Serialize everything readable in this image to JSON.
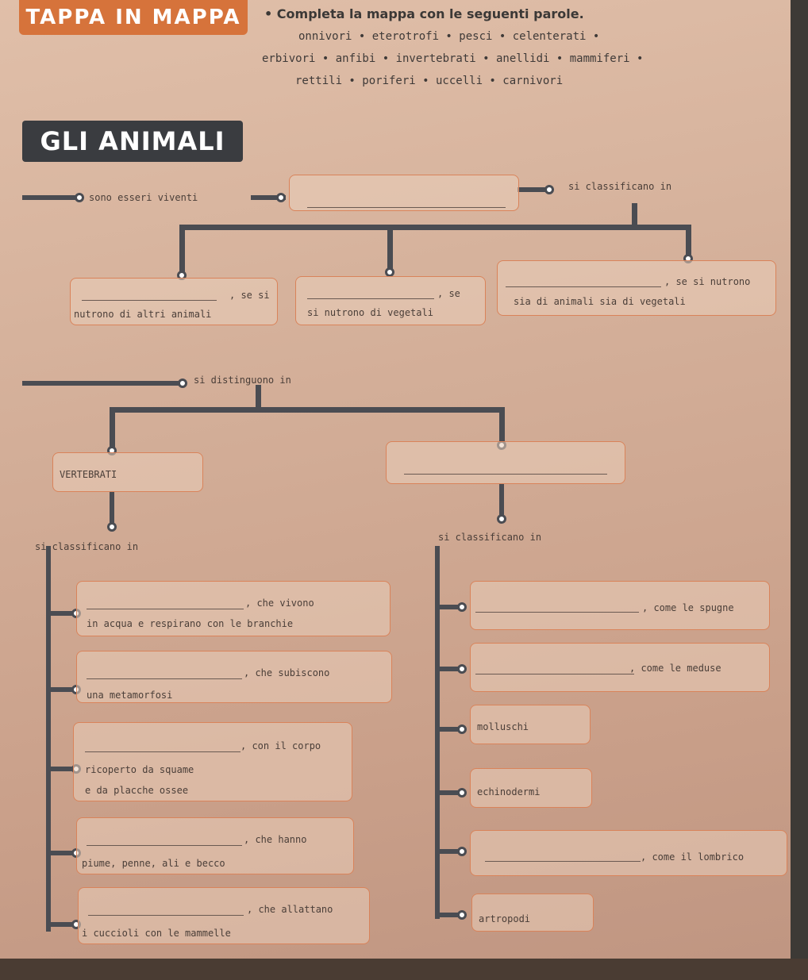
{
  "badge": "TAPPA IN MAPPA",
  "instruction": {
    "title": "• Completa la mappa con le seguenti parole.",
    "line1": "onnivori • eterotrofi • pesci • celenterati •",
    "line2": "erbivori • anfibi • invertebrati • anellidi • mammiferi •",
    "line3": "rettili • poriferi • uccelli • carnivori"
  },
  "title": "GLI ANIMALI",
  "top": {
    "sono": "sono esseri viventi",
    "classificano": "si classificano in"
  },
  "diet": {
    "carn_se": ", se si",
    "carn_desc": "nutrono di altri animali",
    "erb_se": ", se",
    "erb_desc": "si nutrono di vegetali",
    "onn_se": ", se si nutrono",
    "onn_desc": "sia di animali sia di vegetali"
  },
  "distinguono": "si distinguono in",
  "groups": {
    "vertebrati": "VERTEBRATI",
    "left_classificano": "si classificano in",
    "right_classificano": "si classificano in"
  },
  "vertebrates": [
    {
      "l1": ", che vivono",
      "l2": "in acqua e respirano con le branchie"
    },
    {
      "l1": ", che subiscono",
      "l2": "una metamorfosi"
    },
    {
      "l1": ", con il corpo",
      "l2": "ricoperto da squame",
      "l3": "e da placche ossee"
    },
    {
      "l1": ", che hanno",
      "l2": "piume, penne, ali e becco"
    },
    {
      "l1": ", che allattano",
      "l2": "i cuccioli con le mammelle"
    }
  ],
  "invertebrates": {
    "spugne": ", come le spugne",
    "meduse": ", come le meduse",
    "molluschi": "molluschi",
    "echinodermi": "echinodermi",
    "lombrico": ", come il lombrico",
    "artropodi": "artropodi"
  }
}
